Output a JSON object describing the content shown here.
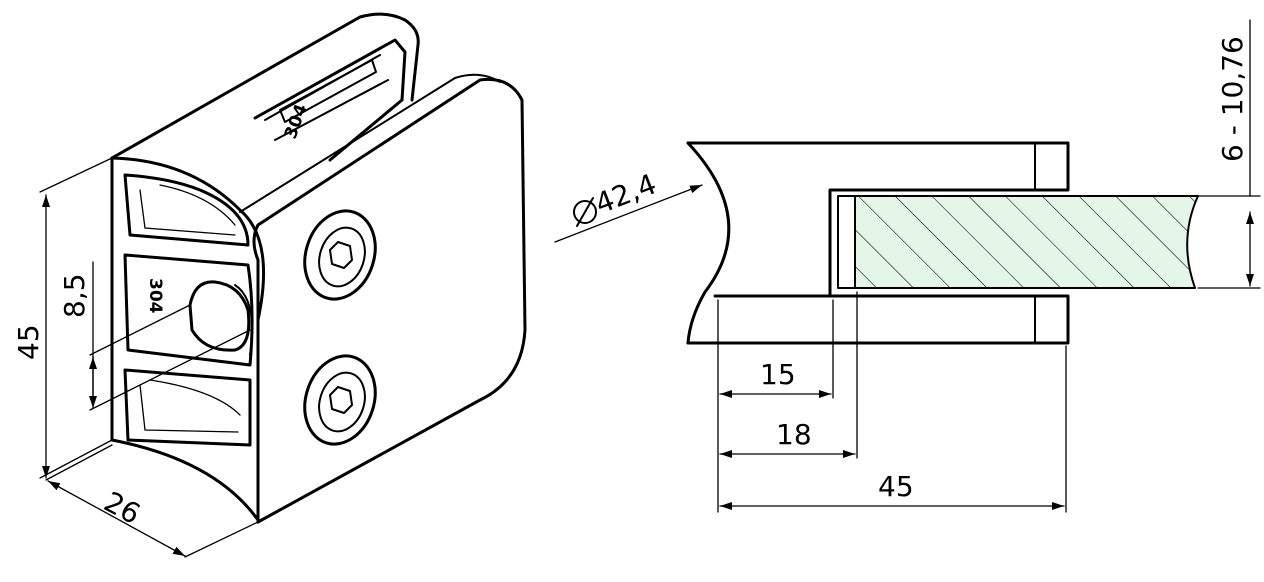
{
  "dimensions": {
    "iso_height": "45",
    "iso_depth": "26",
    "iso_hole_spacing": "8,5",
    "pipe_diameter": "42,4",
    "glass_thickness": "6 - 10,76",
    "insert_depth_inner": "15",
    "insert_depth_outer": "18",
    "section_length": "45"
  },
  "stamp": "304",
  "colors": {
    "line": "#000000",
    "glass_fill": "#e4f6e8",
    "hatch": "#000000",
    "background": "#ffffff"
  },
  "symbols": {
    "diameter": "diameter-symbol"
  }
}
